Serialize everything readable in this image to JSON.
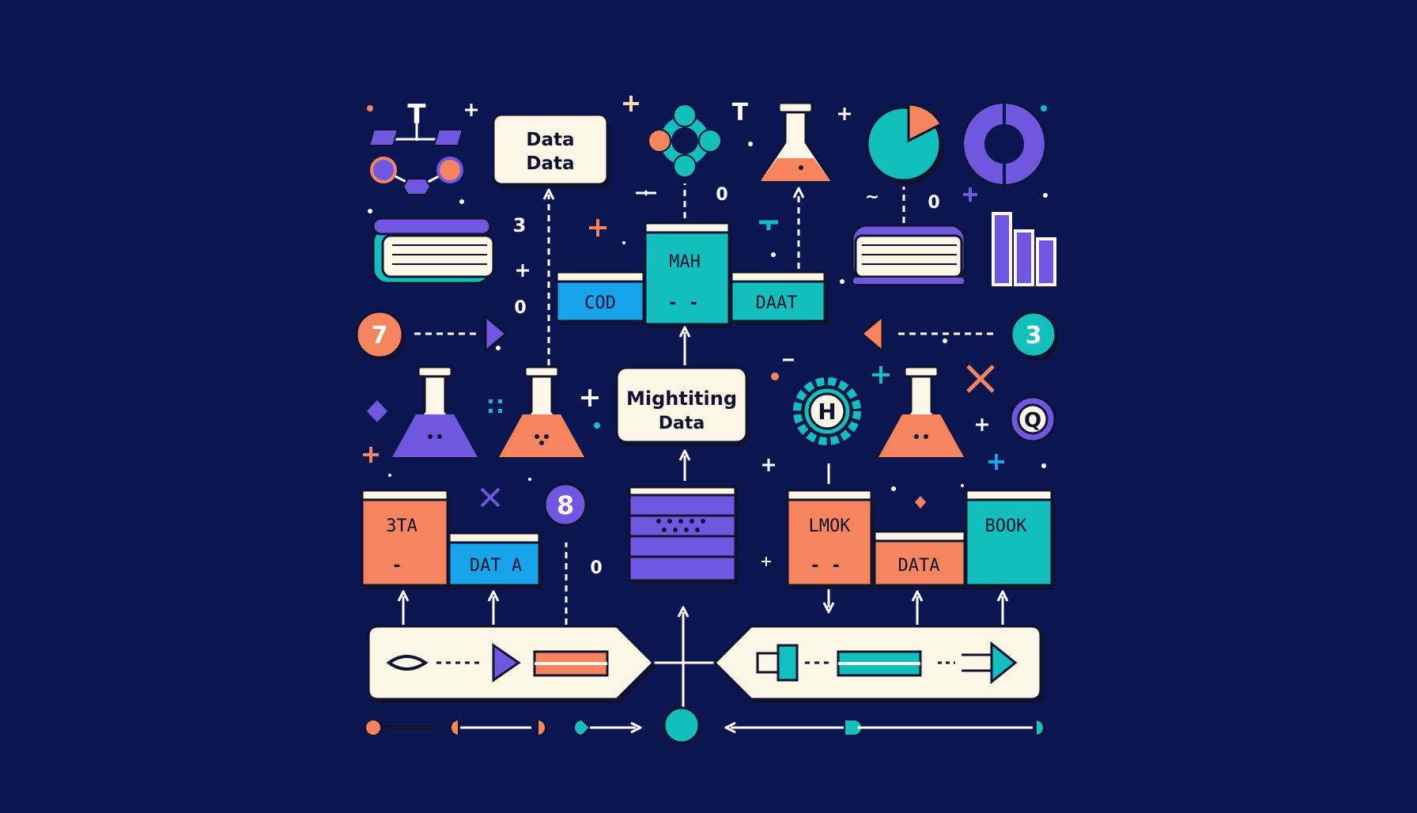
{
  "labels": {
    "top_box": [
      "Data",
      "Data"
    ],
    "middle_box": [
      "Mightiting",
      "Data"
    ],
    "book_cod": "COD",
    "book_math": "MAH",
    "book_math_sub": "- -",
    "book_daat": "DAAT",
    "book_3ta": "3TA",
    "book_3ta_sub": "-",
    "book_data_a": "DAT A",
    "book_lmok": "LMOK",
    "book_lmok_sub": "- -",
    "book_data": "DATA",
    "book_book": "BOOK",
    "badge_7": "7",
    "badge_3": "3",
    "badge_8": "8",
    "badge_h": "H",
    "badge_q": "Q",
    "symbol_t1": "T",
    "symbol_t2": "T",
    "num_0_a": "0",
    "num_0_b": "0",
    "num_3": "3",
    "num_0_c": "0",
    "num_0_d": "0",
    "tilde": "~"
  },
  "colors": {
    "background": "#0b1650",
    "cream": "#fbf6e6",
    "orange": "#f5845f",
    "teal": "#12bfbd",
    "purple": "#6f57e0",
    "blue": "#17a4ea",
    "outline": "#0f1330",
    "white": "#ffffff"
  }
}
